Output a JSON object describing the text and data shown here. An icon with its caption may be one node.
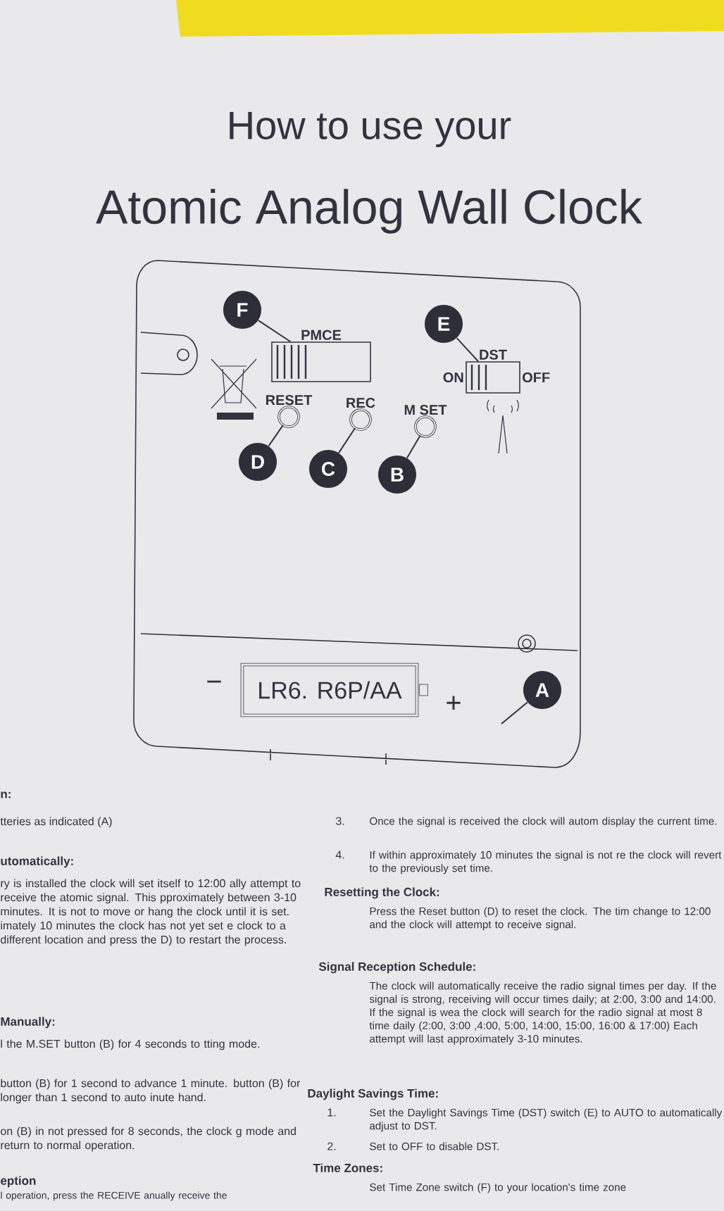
{
  "diagram": {
    "title": "Atomic Analog Wall Clock",
    "nodes": [
      {
        "text": [
          "F"
        ]
      },
      {
        "text": [
          "PMCE"
        ]
      },
      {
        "text": [
          "E"
        ]
      },
      {
        "text": [
          "DST",
          "ON",
          "OFF"
        ]
      },
      {
        "text": [
          "D"
        ]
      },
      {
        "text": [
          "RESET"
        ]
      },
      {
        "text": [
          "C"
        ]
      },
      {
        "text": [
          "REC"
        ]
      },
      {
        "text": [
          "B"
        ]
      },
      {
        "text": [
          "M SET"
        ]
      },
      {
        "text": [
          "A"
        ]
      },
      {
        "text": [
          "LR6. R6P/AA"
        ],
        "beside": [
          "−",
          "+"
        ]
      }
    ],
    "edges": [
      {
        "from": 0,
        "to": 1,
        "arrow": "none"
      },
      {
        "from": 2,
        "to": 3,
        "arrow": "none"
      },
      {
        "from": 4,
        "to": 5,
        "arrow": "none"
      },
      {
        "from": 6,
        "to": 7,
        "arrow": "none"
      },
      {
        "from": 8,
        "to": 9,
        "arrow": "none"
      },
      {
        "from": 10,
        "to": null,
        "arrow": "none"
      }
    ],
    "labels": [
      "How to use your",
      "n:",
      "tteries as indicated (A)",
      "utomatically:",
      "ry is installed the clock will set itself to 12:00 ally attempt to receive the atomic signal. This pproximately between 3-10 minutes. It is not to move or hang the clock until it is set. imately 10 minutes the clock has not yet set e clock to a different location and press the D) to restart the process.",
      "Manually:",
      "l the M.SET button (B) for 4 seconds to tting mode.",
      "button (B) for 1 second to advance 1 minute. button (B) for longer than 1 second to auto inute hand.",
      "on (B) in not pressed for 8 seconds, the clock g mode and return to normal operation.",
      "eption",
      "l operation, press the RECEIVE anually receive the",
      "3.",
      "Once the signal is received the clock will autom display the current time.",
      "4.",
      "If within approximately 10 minutes the signal is not re the clock will revert to the previously set time.",
      "Resetting the Clock:",
      "Press the Reset button (D) to reset the clock. The tim change to 12:00 and the clock will attempt to receive signal.",
      "Signal Reception Schedule:",
      "The clock will automatically receive the radio signal times per day. If the signal is strong, receiving will occur times daily; at 2:00, 3:00 and 14:00. If the signal is wea the clock will search for the radio signal at most 8 time daily (2:00, 3:00 ,4:00, 5:00, 14:00, 15:00, 16:00 & 17:00) Each attempt will last approximately 3-10 minutes.",
      "Daylight Savings Time:",
      "1.",
      "Set the Daylight Savings Time (DST) switch (E) to AUTO to automatically adjust to DST.",
      "2.",
      "Set to OFF to disable DST.",
      "Time Zones:",
      "Set Time Zone switch (F) to your location's time zone"
    ]
  }
}
